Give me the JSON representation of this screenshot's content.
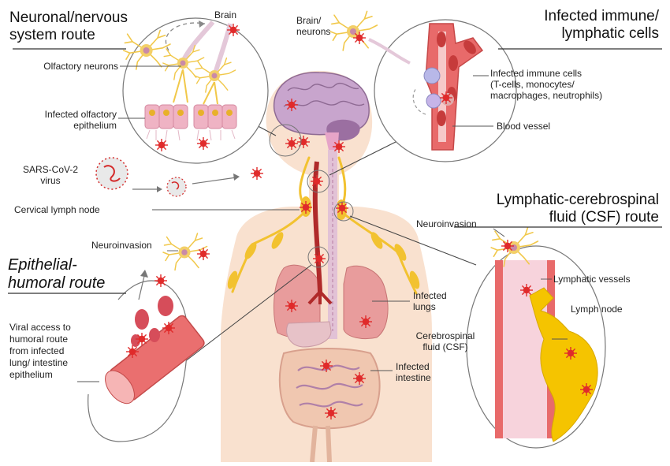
{
  "titles": {
    "neuronal_route": "Neuronal/nervous\nsystem route",
    "immune_route": "Infected immune/\nlymphatic cells",
    "lymphatic_csf_route": "Lymphatic-cerebrospinal\nfluid (CSF) route",
    "epithelial_route": "Epithelial-\nhumoral route"
  },
  "labels": {
    "brain": "Brain",
    "olfactory_neurons": "Olfactory neurons",
    "infected_olfactory_epithelium": "Infected olfactory\nepithelium",
    "sars_cov2_virus": "SARS-CoV-2\nvirus",
    "cervical_lymph_node": "Cervical lymph node",
    "brain_neurons": "Brain/\nneurons",
    "infected_immune_cells": "Infected immune cells\n(T-cells, monocytes/\nmacrophages, neutrophils)",
    "blood_vessel": "Blood vessel",
    "neuroinvasion_right": "Neuroinvasion",
    "lymphatic_vessels": "Lymphatic vessels",
    "lymph_node": "Lymph node",
    "csf": "Cerebrospinal\nfluid (CSF)",
    "neuroinvasion_left": "Neuroinvasion",
    "viral_access": "Viral access to\nhumoral route\nfrom infected\nlung/ intestine\nepithelium",
    "infected_lungs": "Infected\nlungs",
    "infected_intestine": "Infected\nintestine"
  },
  "colors": {
    "skin": "#f7dcc8",
    "brain": "#c9a8cc",
    "nerve": "#f2c230",
    "vessel": "#c0392b",
    "blood_wall": "#e86a6a",
    "lung": "#e79a9a",
    "intestine": "#d9a6b8",
    "virus": "#d42b2b",
    "csf": "#f5c6cf",
    "lymph": "#f5c400"
  }
}
